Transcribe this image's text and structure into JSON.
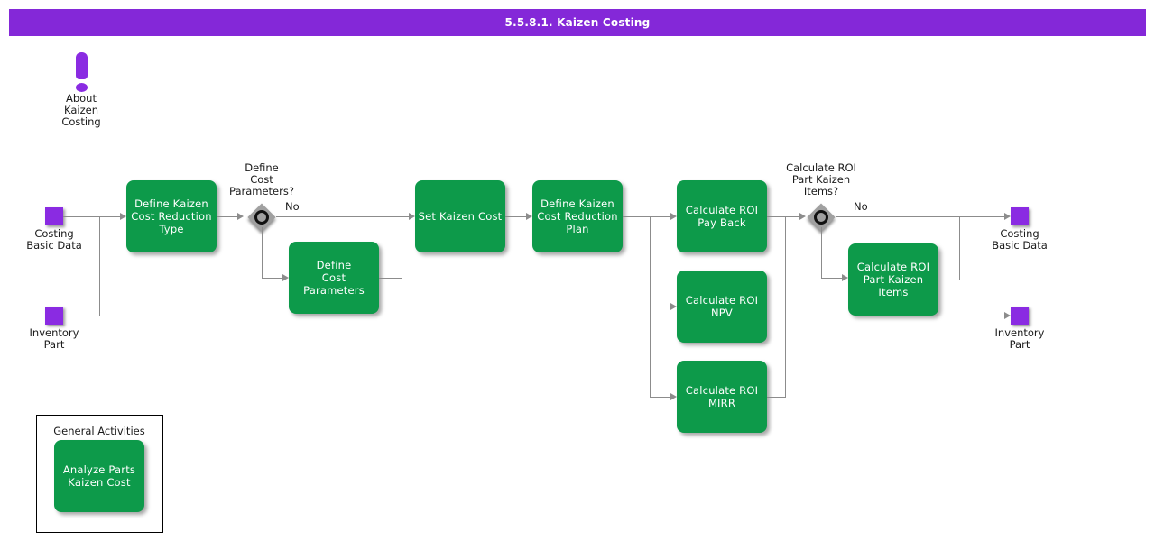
{
  "header": {
    "title": "5.5.8.1. Kaizen Costing"
  },
  "colors": {
    "header_bg": "#8428D8",
    "activity_green": "#0D9A4A",
    "event_purple": "#8A2BE2",
    "connector_gray": "#8c8c8c",
    "gateway_gray": "#A0A0A0"
  },
  "about": {
    "label": "About\nKaizen\nCosting"
  },
  "events": {
    "costing_basic_data_left": "Costing\nBasic Data",
    "inventory_part_left": "Inventory\nPart",
    "costing_basic_data_right": "Costing\nBasic Data",
    "inventory_part_right": "Inventory\nPart"
  },
  "activities": {
    "define_type": "Define Kaizen\nCost Reduction\nType",
    "define_params": "Define\nCost\nParameters",
    "set_kaizen_cost": "Set Kaizen Cost",
    "define_plan": "Define Kaizen\nCost Reduction\nPlan",
    "roi_payback": "Calculate ROI\nPay Back",
    "roi_npv": "Calculate ROI\nNPV",
    "roi_mirr": "Calculate ROI\nMIRR",
    "roi_part_kaizen": "Calculate ROI\nPart Kaizen\nItems"
  },
  "decisions": {
    "d1": {
      "question": "Define\nCost\nParameters?",
      "no_label": "No"
    },
    "d2": {
      "question": "Calculate ROI\nPart Kaizen\nItems?",
      "no_label": "No"
    }
  },
  "general": {
    "title": "General Activities",
    "activity": "Analyze Parts\nKaizen Cost"
  }
}
